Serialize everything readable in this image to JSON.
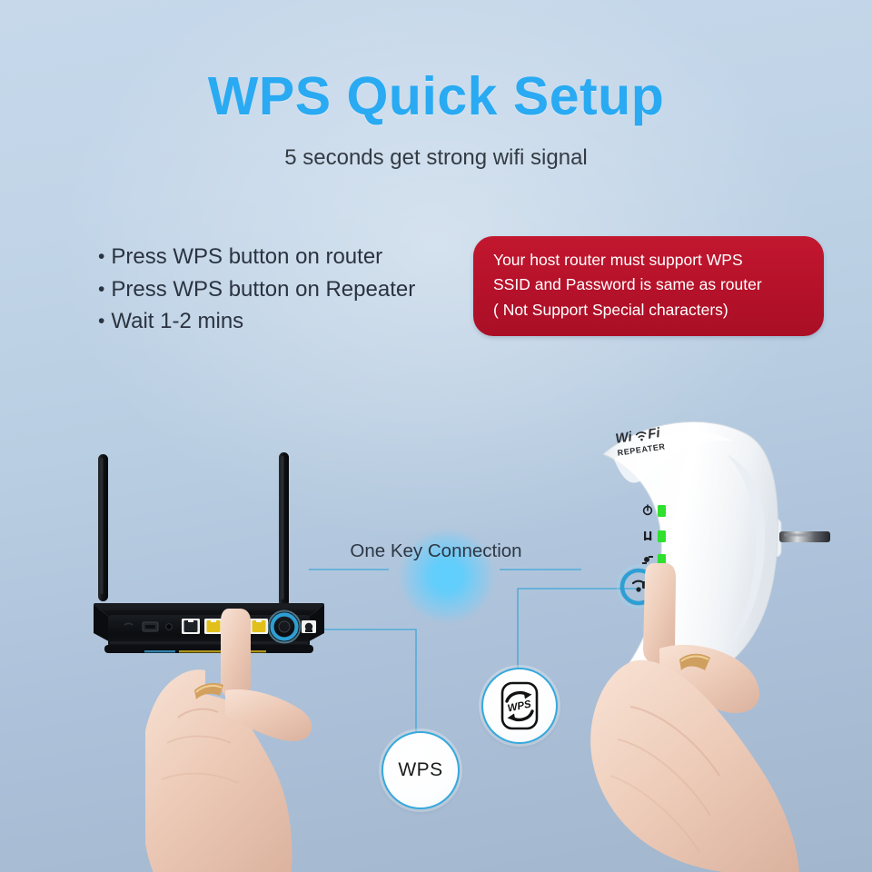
{
  "header": {
    "title": "WPS Quick Setup",
    "subtitle": "5 seconds get strong wifi signal",
    "title_color": "#29aaf2"
  },
  "steps": {
    "bullet_char": "•",
    "items": [
      "Press WPS button on router",
      "Press WPS button on Repeater",
      "Wait 1-2 mins"
    ]
  },
  "notice": {
    "background_color": "#b5112a",
    "text_color": "#ffffff",
    "lines": [
      "Your host router must support WPS",
      "SSID and Password is same as router",
      "( Not Support Special characters)"
    ]
  },
  "diagram": {
    "center_label": "One Key Connection",
    "accent_color": "#36a9dd",
    "glow_color": "#5fd0ff",
    "badges": [
      {
        "name": "wps-text-badge",
        "label": "WPS"
      },
      {
        "name": "wps-logo-badge",
        "label": "WPS",
        "icon": "wps-arrows-icon"
      }
    ]
  },
  "router": {
    "device_name": "router",
    "body_color": "#141619",
    "antenna_count": 2,
    "ports": [
      {
        "name": "usb-port",
        "color": "#2a2d31"
      },
      {
        "name": "reset-pinhole",
        "color": "#0a0b0d"
      },
      {
        "name": "wan-port",
        "color": "#23282e"
      },
      {
        "name": "lan-port-1",
        "color": "#e6c21a"
      },
      {
        "name": "lan-port-2",
        "color": "#e6c21a"
      },
      {
        "name": "lan-port-3",
        "color": "#e6c21a"
      },
      {
        "name": "wps-button",
        "color": "#1b1d20"
      },
      {
        "name": "power-jack",
        "color": "#f2f2f0"
      }
    ],
    "highlight": {
      "name": "wps-button-highlight",
      "color": "#2e9fd4"
    }
  },
  "repeater": {
    "device_name": "Wi-Fi Repeater",
    "brand_line_1": "Wi",
    "brand_line_2": "Fi",
    "brand_sub": "REPEATER",
    "body_color": "#ffffff",
    "led_color": "#2fe02f",
    "leds": [
      {
        "name": "power-led",
        "icon": "power-icon",
        "state": "on"
      },
      {
        "name": "wifi-led",
        "icon": "antenna-icon",
        "state": "on"
      },
      {
        "name": "wps-led",
        "icon": "wps-led-icon",
        "state": "on"
      },
      {
        "name": "lan-led",
        "icon": "ethernet-icon",
        "state": "on"
      }
    ],
    "wps_button": {
      "name": "wps-button",
      "highlight_color": "#2e9fd4"
    },
    "plug": {
      "name": "eu-plug",
      "type": "EU two-pin"
    }
  },
  "hands": [
    {
      "name": "left-hand",
      "gesture": "index-finger-pressing-router-wps"
    },
    {
      "name": "right-hand",
      "gesture": "index-finger-pressing-repeater-wps"
    }
  ]
}
